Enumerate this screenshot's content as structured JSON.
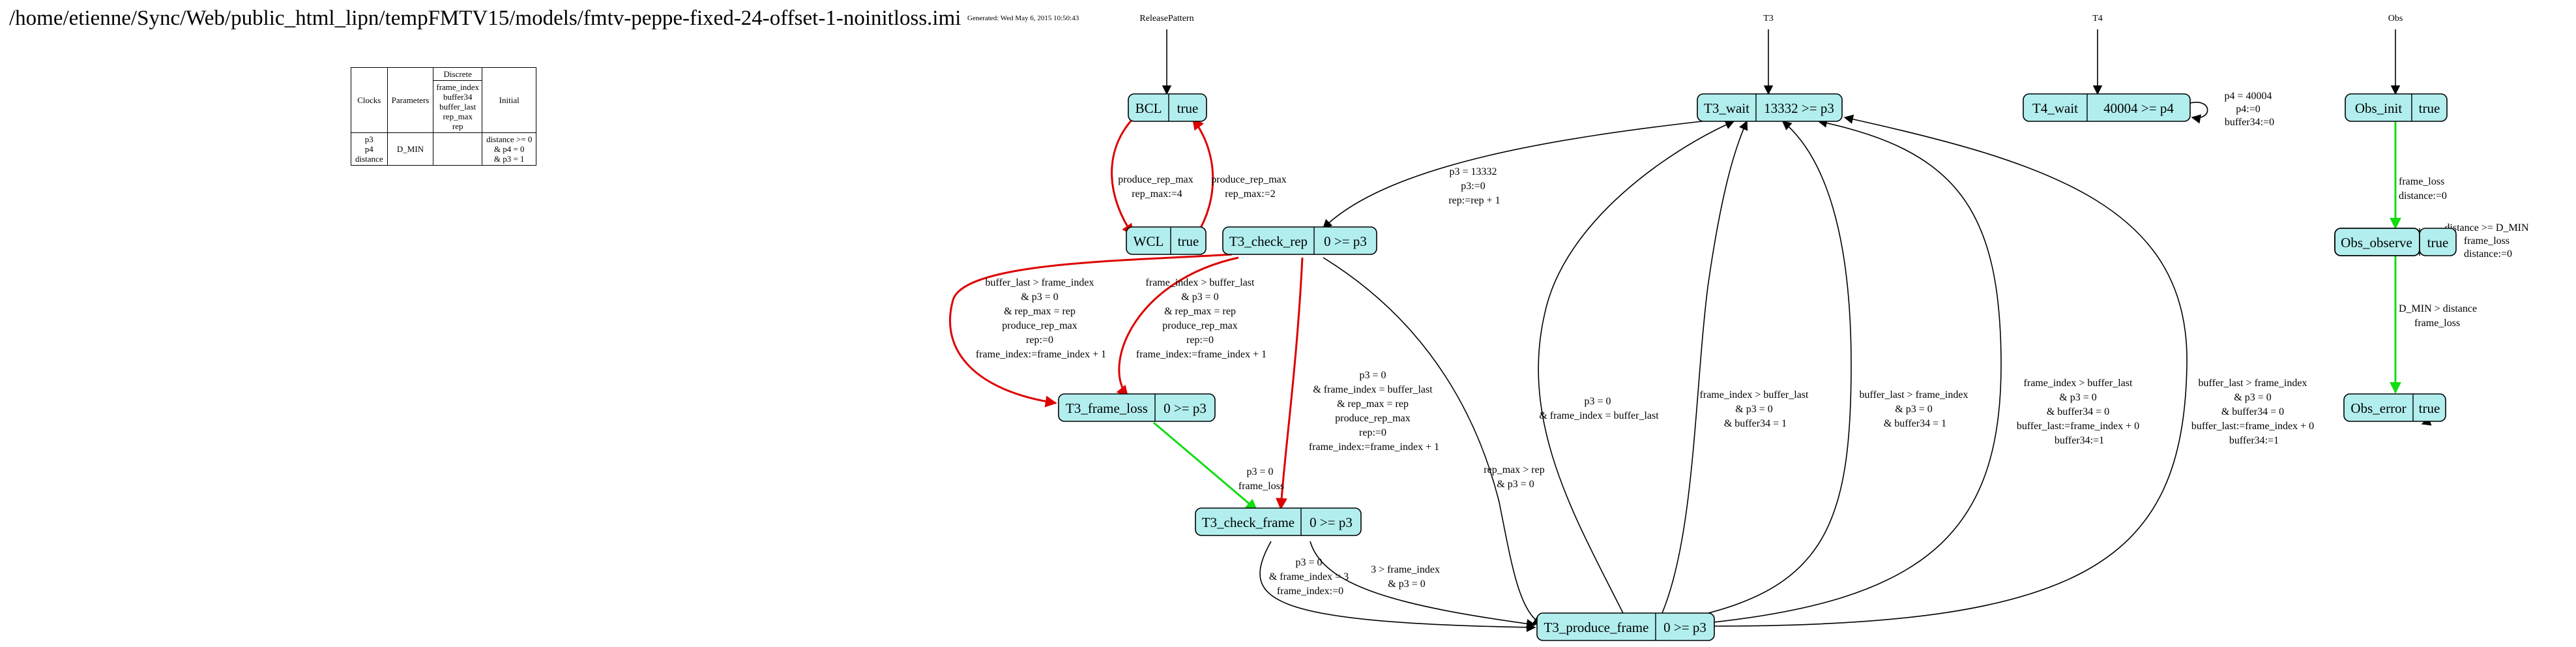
{
  "title": "/home/etienne/Sync/Web/public_html_lipn/tempFMTV15/models/fmtv-peppe-fixed-24-offset-1-noinitloss.imi",
  "generated": "Generated: Wed May 6, 2015 10:50:43",
  "legend": {
    "headers": {
      "clocks": "Clocks",
      "parameters": "Parameters",
      "discrete": "Discrete",
      "initial": "Initial"
    },
    "clocks": [
      "p3",
      "p4",
      "distance"
    ],
    "parameters": [
      "D_MIN"
    ],
    "discrete": [
      "frame_index",
      "buffer34",
      "buffer_last",
      "rep_max",
      "rep"
    ],
    "initial": [
      "distance >= 0",
      "& p4 = 0",
      "& p3 = 1"
    ]
  },
  "automata": [
    "ReleasePattern",
    "T3",
    "T4",
    "Obs"
  ],
  "colors": {
    "node_fill": "#b2eeee",
    "red_edge": "#dd0000",
    "green_edge": "#11dd11"
  },
  "nodes": {
    "bcl": {
      "name": "BCL",
      "invariant": "true"
    },
    "wcl": {
      "name": "WCL",
      "invariant": "true"
    },
    "t3_check_rep": {
      "name": "T3_check_rep",
      "invariant": "0 >= p3"
    },
    "t3_frame_loss": {
      "name": "T3_frame_loss",
      "invariant": "0 >= p3"
    },
    "t3_check_frame": {
      "name": "T3_check_frame",
      "invariant": "0 >= p3"
    },
    "t3_produce_frame": {
      "name": "T3_produce_frame",
      "invariant": "0 >= p3"
    },
    "t3_wait": {
      "name": "T3_wait",
      "invariant": "13332 >= p3"
    },
    "t4_wait": {
      "name": "T4_wait",
      "invariant": "40004 >= p4"
    },
    "obs_init": {
      "name": "Obs_init",
      "invariant": "true"
    },
    "obs_observe": {
      "name": "Obs_observe",
      "invariant": "true"
    },
    "obs_error": {
      "name": "Obs_error",
      "invariant": "true"
    }
  },
  "edge_labels": {
    "bcl_wcl": [
      "produce_rep_max",
      "rep_max:=4"
    ],
    "wcl_bcl": [
      "produce_rep_max",
      "rep_max:=2"
    ],
    "wait_checkrep": [
      "p3 = 13332",
      "p3:=0",
      "rep:=rep + 1"
    ],
    "checkrep_loss_red": [
      "buffer_last > frame_index",
      "& p3 = 0",
      "& rep_max = rep",
      "produce_rep_max",
      "rep:=0",
      "frame_index:=frame_index + 1"
    ],
    "checkrep_loss_red2": [
      "frame_index > buffer_last",
      "& p3 = 0",
      "& rep_max = rep",
      "produce_rep_max",
      "rep:=0",
      "frame_index:=frame_index + 1"
    ],
    "checkrep_checkframe": [
      "p3 = 0",
      "& frame_index = buffer_last",
      "& rep_max = rep",
      "produce_rep_max",
      "rep:=0",
      "frame_index:=frame_index + 1"
    ],
    "loss_checkframe": [
      "p3 = 0",
      "frame_loss"
    ],
    "checkrep_produce": [
      "rep_max > rep",
      "& p3 = 0"
    ],
    "checkframe_produce_a": [
      "p3 = 0",
      "& frame_index = 3",
      "frame_index:=0"
    ],
    "checkframe_produce_b": [
      "3 > frame_index",
      "& p3 = 0"
    ],
    "produce_wait_1": [
      "p3 = 0",
      "& frame_index = buffer_last"
    ],
    "produce_wait_2": [
      "frame_index > buffer_last",
      "& p3 = 0",
      "& buffer34 = 1"
    ],
    "produce_wait_3": [
      "buffer_last > frame_index",
      "& p3 = 0",
      "& buffer34 = 1"
    ],
    "produce_wait_4": [
      "frame_index > buffer_last",
      "& p3 = 0",
      "& buffer34 = 0",
      "buffer_last:=frame_index + 0",
      "buffer34:=1"
    ],
    "produce_wait_5": [
      "buffer_last > frame_index",
      "& p3 = 0",
      "& buffer34 = 0",
      "buffer_last:=frame_index + 0",
      "buffer34:=1"
    ],
    "t4_self": [
      "p4 = 40004",
      "p4:=0",
      "buffer34:=0"
    ],
    "obs_init_observe": [
      "frame_loss",
      "distance:=0"
    ],
    "obs_observe_self": [
      "distance >= D_MIN",
      "frame_loss",
      "distance:=0"
    ],
    "obs_observe_error": [
      "D_MIN > distance",
      "frame_loss"
    ]
  }
}
